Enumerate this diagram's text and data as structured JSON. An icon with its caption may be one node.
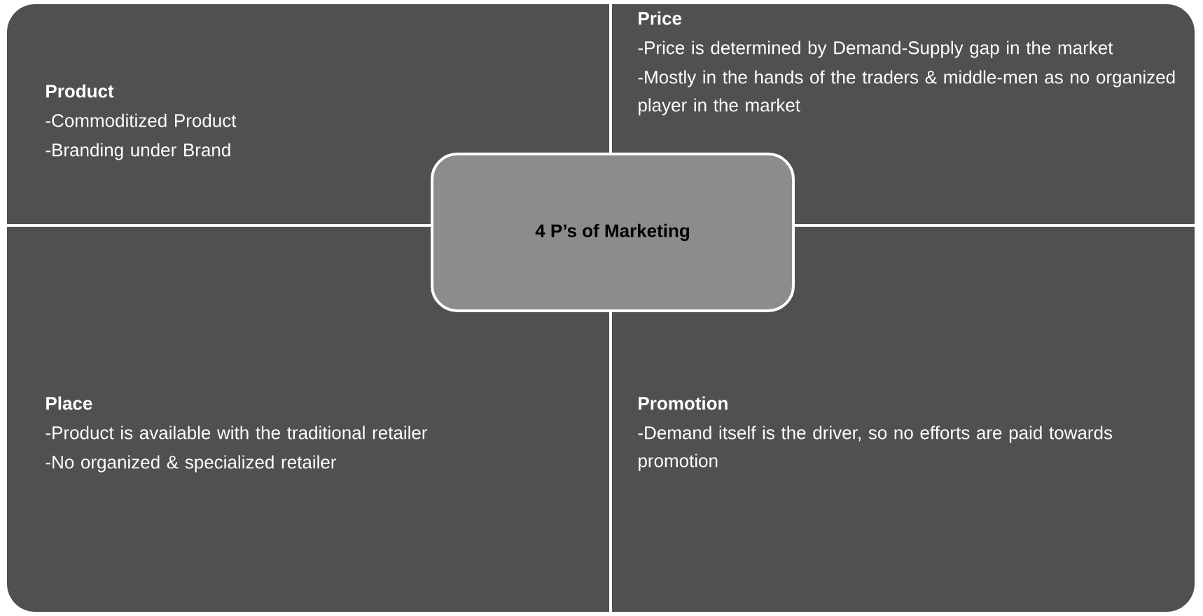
{
  "diagram": {
    "nodes": [
      {
        "text": [
          "Product",
          "-Commoditized Product",
          "-Branding under Brand"
        ]
      },
      {
        "text": [
          "Price",
          "-Price is determined by Demand-Supply gap in the market",
          "-Mostly in the hands of the traders & middle-men as no organized player in the market"
        ]
      },
      {
        "text": [
          "Place",
          "-Product is available with the traditional retailer",
          "-No organized & specialized retailer"
        ]
      },
      {
        "text": [
          "Promotion",
          "-Demand itself is the driver, so no efforts are paid towards promotion"
        ]
      },
      {
        "text": [
          "4 P’s of Marketing"
        ]
      }
    ]
  }
}
